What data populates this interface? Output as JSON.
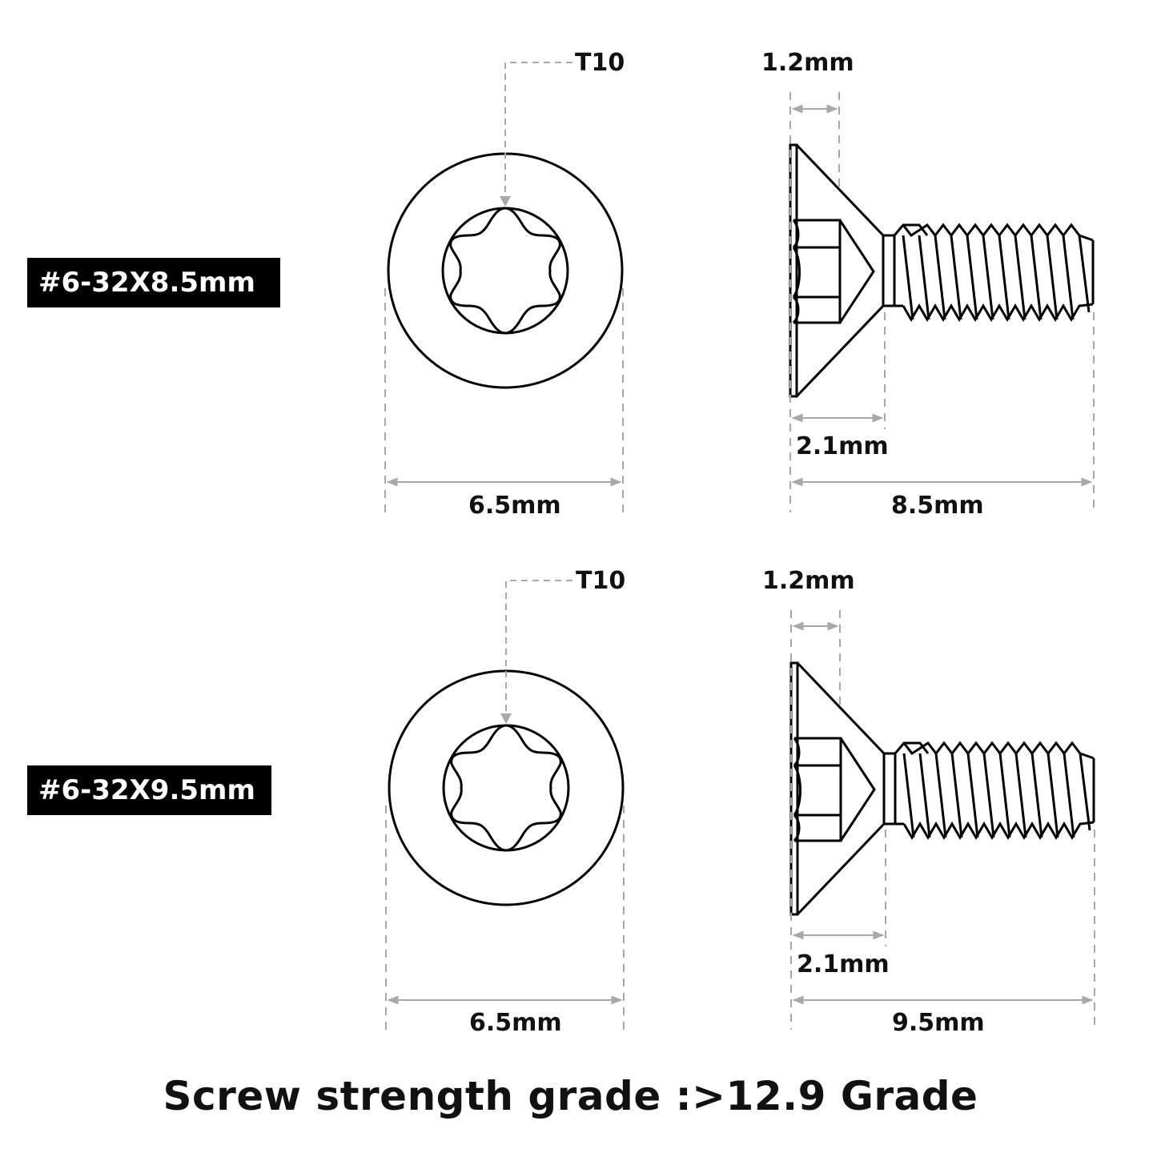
{
  "colors": {
    "line": "#000000",
    "dimension": "#a8a8a8",
    "tag_bg": "#000000",
    "tag_text": "#ffffff"
  },
  "screws": [
    {
      "size_label": "#6-32X8.5mm",
      "drive_label": "T10",
      "head_diameter_label": "6.5mm",
      "head_edge_label": "1.2mm",
      "head_height_label": "2.1mm",
      "length_label": "8.5mm"
    },
    {
      "size_label": "#6-32X9.5mm",
      "drive_label": "T10",
      "head_diameter_label": "6.5mm",
      "head_edge_label": "1.2mm",
      "head_height_label": "2.1mm",
      "length_label": "9.5mm"
    }
  ],
  "footer": {
    "grade_text": "Screw strength grade :>12.9 Grade"
  },
  "icons": {
    "front_view": "torx-head-front-view-icon",
    "side_view": "countersunk-screw-side-view-icon"
  }
}
